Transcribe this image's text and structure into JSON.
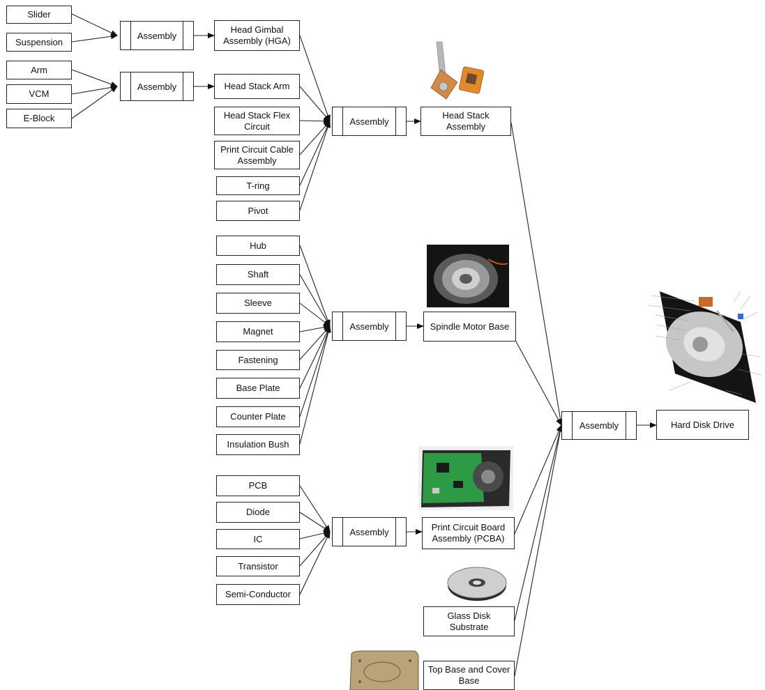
{
  "nodes": {
    "slider": "Slider",
    "suspension": "Suspension",
    "arm": "Arm",
    "vcm": "VCM",
    "eblock": "E-Block",
    "hga": "Head Gimbal Assembly (HGA)",
    "hs_arm": "Head Stack Arm",
    "hs_flex": "Head Stack Flex Circuit",
    "pcca": "Print Circuit Cable Assembly",
    "tring": "T-ring",
    "pivot": "Pivot",
    "hsa": "Head Stack Assembly",
    "hub": "Hub",
    "shaft": "Shaft",
    "sleeve": "Sleeve",
    "magnet": "Magnet",
    "fastening": "Fastening",
    "base_plate": "Base Plate",
    "counter_plate": "Counter Plate",
    "insulation_bush": "Insulation Bush",
    "spindle": "Spindle Motor Base",
    "pcb": "PCB",
    "diode": "Diode",
    "ic": "IC",
    "transistor": "Transistor",
    "semi": "Semi-Conductor",
    "pcba": "Print Circuit Board Assembly (PCBA)",
    "glass": "Glass Disk Substrate",
    "top_base": "Top Base and Cover Base",
    "hdd": "Hard Disk Drive"
  },
  "assembly_label": "Assembly",
  "images": [
    "head-stack-photo",
    "spindle-motor-photo",
    "hard-disk-drive-photo",
    "pcb-photo",
    "glass-disk-photo",
    "cover-base-photo"
  ]
}
